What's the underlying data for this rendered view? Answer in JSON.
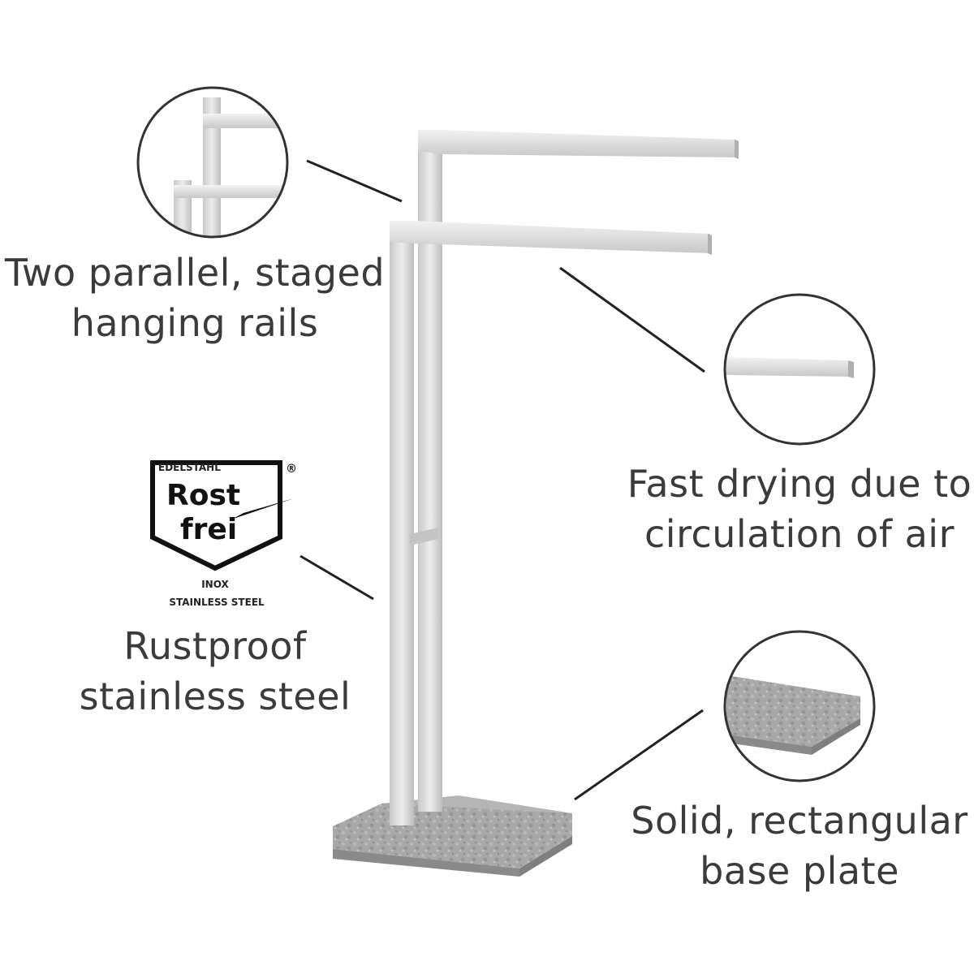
{
  "features": {
    "rails": {
      "line1": "Two parallel, staged",
      "line2": "hanging rails"
    },
    "drying": {
      "line1": "Fast drying due to",
      "line2": "circulation of air"
    },
    "rustproof": {
      "line1": "Rustproof",
      "line2": "stainless steel"
    },
    "base": {
      "line1": "Solid, rectangular",
      "line2": "base plate"
    }
  },
  "seal": {
    "top": "EDELSTAHL",
    "registered": "®",
    "word1": "Rost",
    "word2": "frei",
    "line1": "INOX",
    "line2": "STAINLESS STEEL"
  },
  "colors": {
    "steel": "#d9d9d9",
    "steel_shadow": "#b9b9b9",
    "stone": "#a9a9a9",
    "text": "#3b3b3b"
  }
}
